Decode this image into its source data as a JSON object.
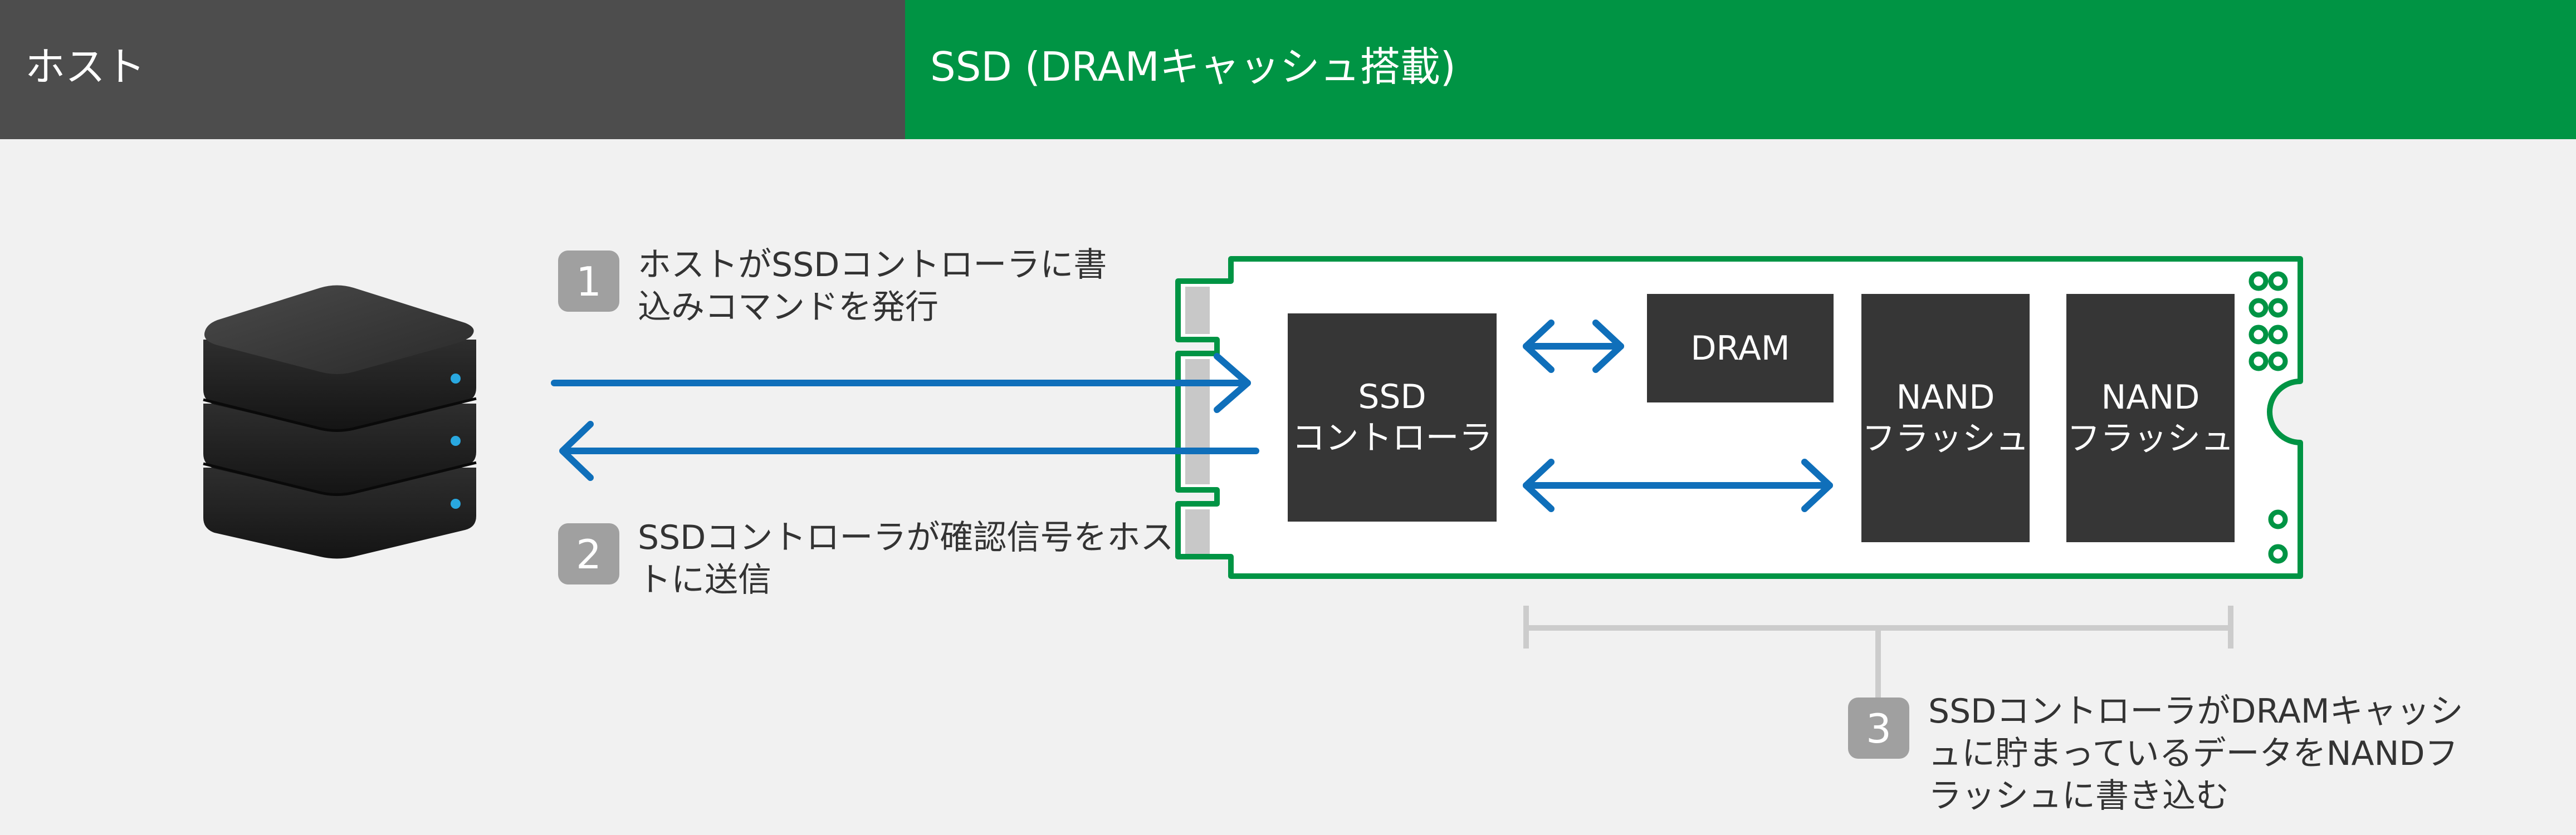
{
  "header": {
    "host_label": "ホスト",
    "ssd_label": "SSD (DRAMキャッシュ搭載)"
  },
  "steps": [
    {
      "number": "1",
      "lines": [
        "ホストがSSDコントローラに書",
        "込みコマンドを発行"
      ]
    },
    {
      "number": "2",
      "lines": [
        "SSDコントローラが確認信号をホス",
        "トに送信"
      ]
    },
    {
      "number": "3",
      "lines": [
        "SSDコントローラがDRAMキャッシ",
        "ュに貯まっているデータをNANDフ",
        "ラッシュに書き込む"
      ]
    }
  ],
  "components": {
    "controller": [
      "SSD",
      "コントローラ"
    ],
    "dram": [
      "DRAM"
    ],
    "nand1": [
      "NAND",
      "フラッシュ"
    ],
    "nand2": [
      "NAND",
      "フラッシュ"
    ]
  },
  "colors": {
    "host_header": "#4d4d4d",
    "ssd_header": "#009444",
    "pcb_outline": "#009444",
    "arrow": "#0f6fba",
    "chip": "#363636",
    "badge": "#a0a0a0",
    "bracket": "#cccccc"
  }
}
